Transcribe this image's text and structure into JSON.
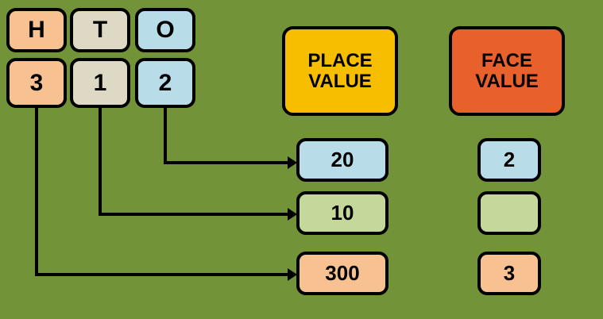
{
  "background_color": "#739339",
  "palette": {
    "hundreds": "#F7C192",
    "tens": "#DDD9C4",
    "ones": "#B8DCE8",
    "light_green": "#C5D89B",
    "place_value_header": "#F7BE00",
    "face_value_header": "#E8602C",
    "outline": "#000000"
  },
  "place_columns": [
    {
      "letter": "H",
      "digit": "3",
      "color": "#F7C192"
    },
    {
      "letter": "T",
      "digit": "1",
      "color": "#DDD9C4"
    },
    {
      "letter": "O",
      "digit": "2",
      "color": "#B8DCE8"
    }
  ],
  "headers": {
    "place_value": {
      "line1": "PLACE",
      "line2": "VALUE"
    },
    "face_value": {
      "line1": "FACE",
      "line2": "VALUE"
    }
  },
  "place_values": [
    {
      "value": "20",
      "color": "#B8DCE8",
      "from": "O"
    },
    {
      "value": "10",
      "color": "#C5D89B",
      "from": "T"
    },
    {
      "value": "300",
      "color": "#F7C192",
      "from": "H"
    }
  ],
  "face_values": [
    {
      "value": "2",
      "color": "#B8DCE8"
    },
    {
      "value": "",
      "color": "#C5D89B"
    },
    {
      "value": "3",
      "color": "#F7C192"
    }
  ]
}
